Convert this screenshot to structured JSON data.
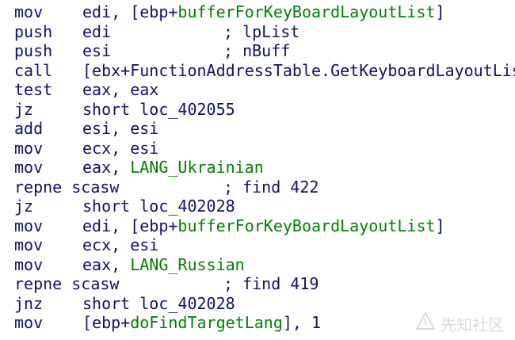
{
  "partial_top_line": "",
  "lines": [
    {
      "mnemonic": "mov",
      "parts": [
        "edi, [ebp+",
        "bufferForKeyBoardLayoutList",
        "]"
      ]
    },
    {
      "mnemonic": "push",
      "parts": [
        "edi",
        "",
        ""
      ],
      "comment": "; lpList"
    },
    {
      "mnemonic": "push",
      "parts": [
        "esi",
        "",
        ""
      ],
      "comment": "; nBuff"
    },
    {
      "mnemonic": "call",
      "parts": [
        "[ebx+FunctionAddressTable.GetKeyboardLayoutList]",
        "",
        ""
      ]
    },
    {
      "mnemonic": "test",
      "parts": [
        "eax, eax",
        "",
        ""
      ]
    },
    {
      "mnemonic": "jz",
      "parts": [
        "short loc_402055",
        "",
        ""
      ]
    },
    {
      "mnemonic": "add",
      "parts": [
        "esi, esi",
        "",
        ""
      ]
    },
    {
      "mnemonic": "mov",
      "parts": [
        "ecx, esi",
        "",
        ""
      ]
    },
    {
      "mnemonic": "mov",
      "parts": [
        "eax, ",
        "LANG_Ukrainian",
        ""
      ]
    },
    {
      "mnemonic": "repne scasw",
      "parts": [
        "",
        "",
        ""
      ],
      "comment": "; find 422"
    },
    {
      "mnemonic": "jz",
      "parts": [
        "short loc_402028",
        "",
        ""
      ]
    },
    {
      "mnemonic": "mov",
      "parts": [
        "edi, [ebp+",
        "bufferForKeyBoardLayoutList",
        "]"
      ]
    },
    {
      "mnemonic": "mov",
      "parts": [
        "ecx, esi",
        "",
        ""
      ]
    },
    {
      "mnemonic": "mov",
      "parts": [
        "eax, ",
        "LANG_Russian",
        ""
      ]
    },
    {
      "mnemonic": "repne scasw",
      "parts": [
        "",
        "",
        ""
      ],
      "comment": "; find 419"
    },
    {
      "mnemonic": "jnz",
      "parts": [
        "short loc_402028",
        "",
        ""
      ]
    },
    {
      "mnemonic": "mov",
      "parts": [
        "[ebp+",
        "doFindTargetLang",
        "], 1"
      ]
    }
  ],
  "watermark": {
    "icon": "xianzhi-logo-icon",
    "text": "先知社区"
  },
  "colors": {
    "code": "#101070",
    "symbol": "#008000",
    "background": "#ffffff",
    "watermark": "#9a9a9a"
  }
}
